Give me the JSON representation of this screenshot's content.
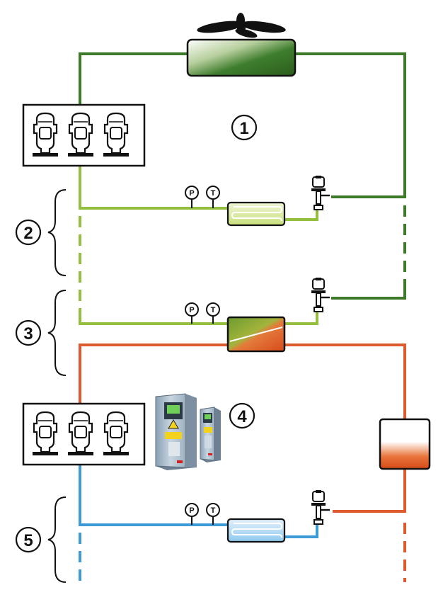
{
  "labels": {
    "circuit_1": "1",
    "circuit_2": "2",
    "circuit_3": "3",
    "circuit_4": "4",
    "circuit_5": "5"
  },
  "sensors": {
    "pressure": "P",
    "temperature": "T"
  },
  "colors": {
    "high_stage_line": "#3d7a2a",
    "mid_stage_line": "#94bf3e",
    "low_stage_hot_line": "#dd5a2e",
    "low_stage_cold_line": "#3f9bd8"
  },
  "icons": [
    "fan-icon",
    "condenser-icon",
    "compressor-rack-icon",
    "pressure-sensor-icon",
    "temperature-sensor-icon",
    "expansion-valve-icon",
    "evaporator-icon",
    "heat-exchanger-icon",
    "receiver-tank-icon",
    "frequency-drive-icon",
    "bracket-icon"
  ]
}
